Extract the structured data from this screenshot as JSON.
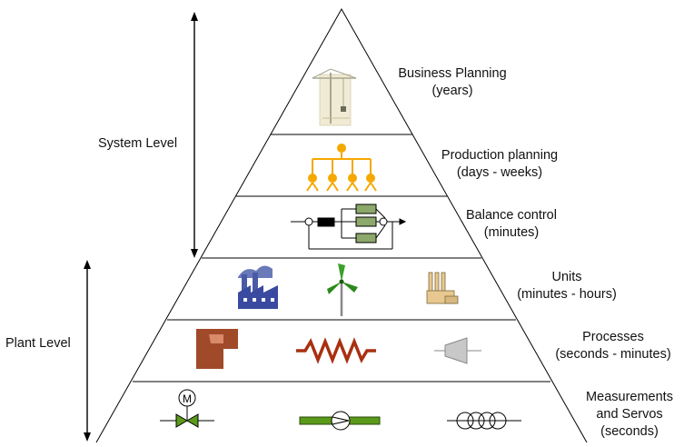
{
  "levels": {
    "system": "System Level",
    "plant": "Plant Level"
  },
  "tiers": [
    {
      "line1": "Business Planning",
      "line2": "(years)",
      "icon": "tower-crane-icon"
    },
    {
      "line1": "Production planning",
      "line2": "(days - weeks)",
      "icon": "hierarchy-tree-icon"
    },
    {
      "line1": "Balance control",
      "line2": "(minutes)",
      "icon": "control-loop-block-diagram-icon"
    },
    {
      "line1": "Units",
      "line2": "(minutes - hours)",
      "icons": [
        "factory-icon",
        "wind-turbine-icon",
        "industrial-plant-icon"
      ]
    },
    {
      "line1": "Processes",
      "line2": "(seconds - minutes)",
      "icons": [
        "furnace-icon",
        "heating-coil-icon",
        "turbine-icon"
      ]
    },
    {
      "line1": "Measurements",
      "line2": "and Servos",
      "line3": "(seconds)",
      "icons": [
        "motor-valve-icon",
        "pump-icon",
        "coil-icon"
      ]
    }
  ],
  "colors": {
    "outline": "#000000",
    "hierarchy": "#f5a800",
    "servo_green": "#5a9a1a",
    "block_green": "#8ca86a",
    "coil_red": "#a83010",
    "furnace_brown": "#a04a2a",
    "factory_blue": "#3a4aa0"
  }
}
